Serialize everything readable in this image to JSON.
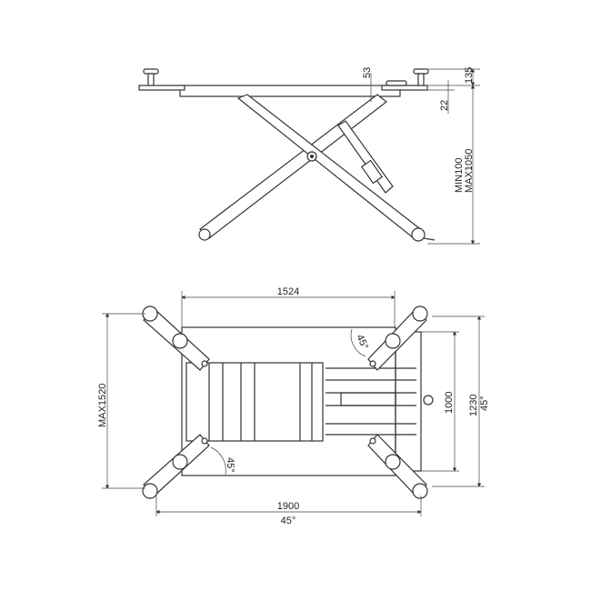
{
  "side_view": {
    "dim_pad_height": "53",
    "dim_total_pad": "135",
    "dim_platform": "22",
    "dim_min_height": "MIN100",
    "dim_max_height": "MAX1050"
  },
  "top_view": {
    "dim_platform_length": "1524",
    "dim_overall_length": "1900",
    "dim_overall_angle": "45°",
    "dim_max_width": "MAX1520",
    "dim_inner_width": "1000",
    "dim_outer_width": "1230",
    "dim_outer_angle": "45°",
    "angle_top_right": "45°",
    "angle_bottom_left": "45°"
  },
  "colors": {
    "line": "#333333",
    "background": "#ffffff"
  }
}
